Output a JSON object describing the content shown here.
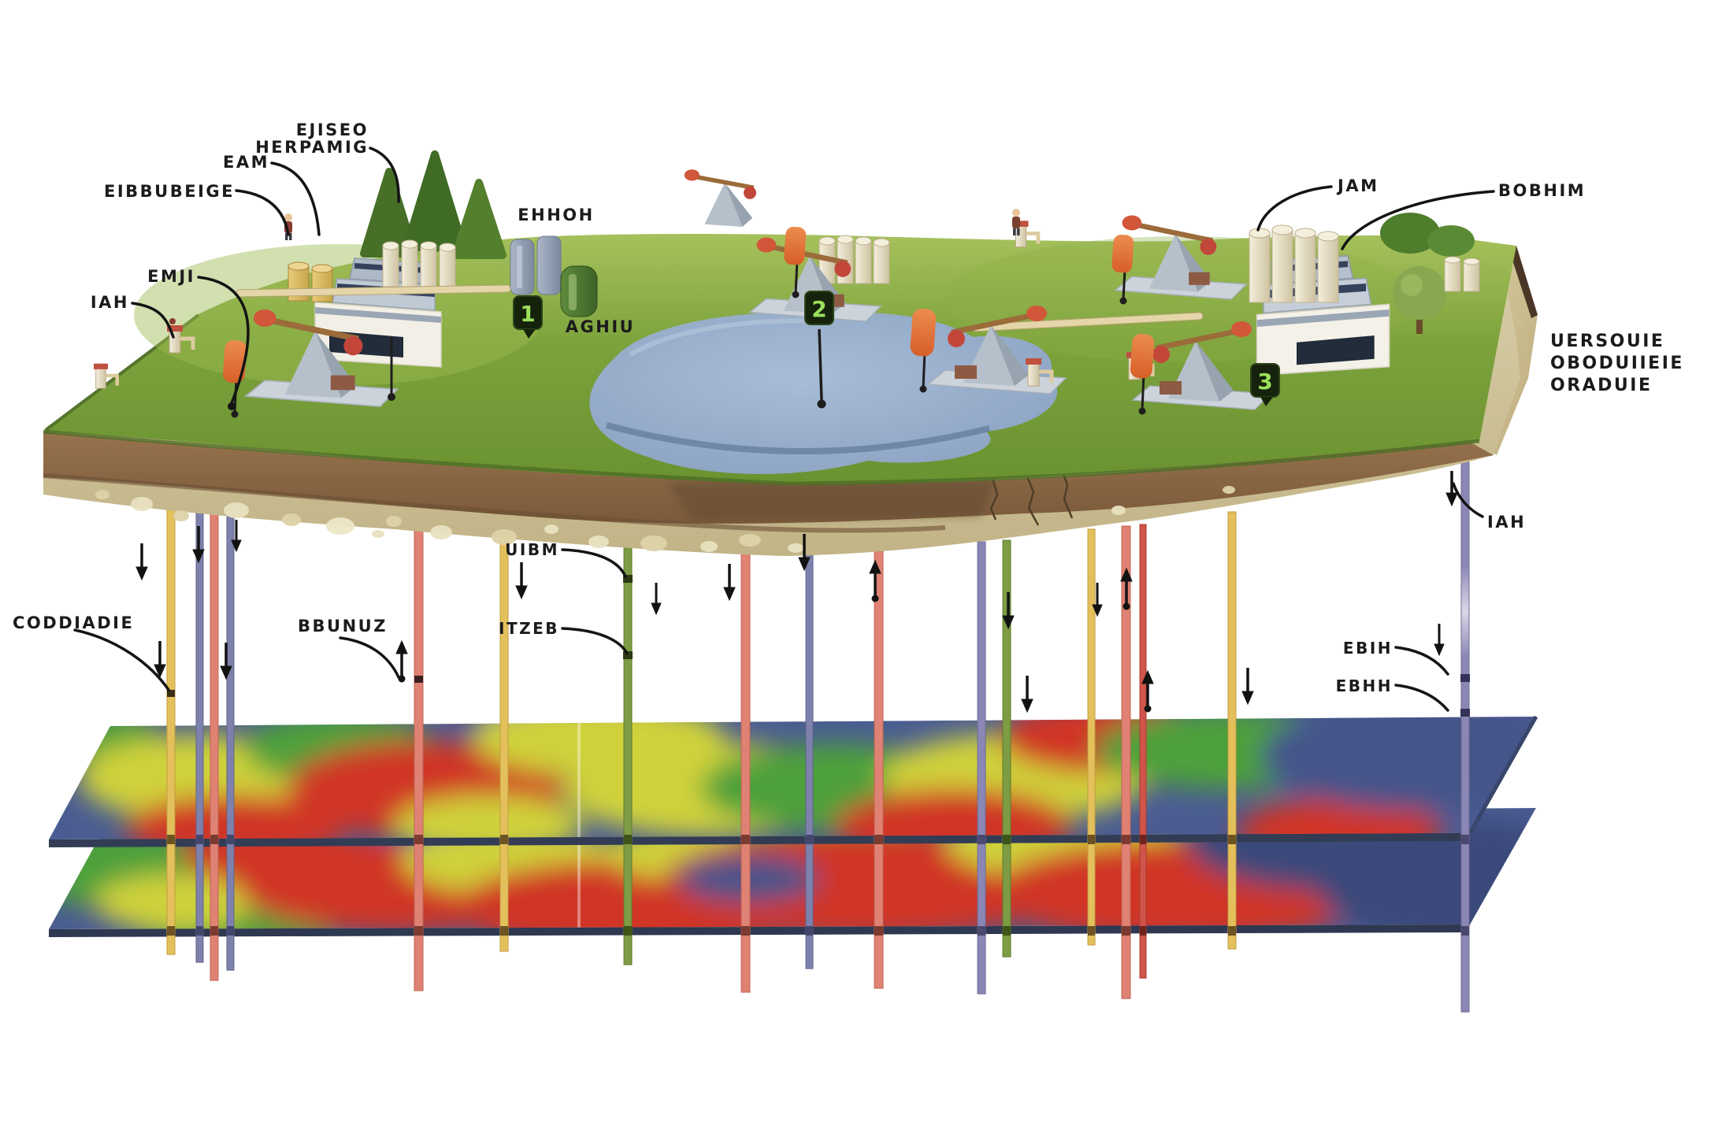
{
  "badges": {
    "site1": "1",
    "site2": "2",
    "site3": "3"
  },
  "labels": {
    "left_facility": "EIBBUBEIGE",
    "left_tank": "EAM",
    "left_plant_line1": "EJISEO",
    "left_plant_line2": "HERPAMIG",
    "pipeline_marker": "EMJI",
    "left_wellhead": "IAH",
    "tank_group": "EHHOH",
    "green_tank": "AGHIU",
    "right_tank_battery": "JAM",
    "right_plant": "BOBHIM",
    "rock_block_line1": "UERSOUIE",
    "rock_block_line2": "OBODUIIEIE",
    "rock_block_line3": "ORADUIE",
    "right_well": "IAH",
    "green_well_upper": "UIBM",
    "green_well_lower": "ITZEB",
    "left_injection_well": "CODDIADIE",
    "mid_production_well": "BBUNUZ",
    "right_well_upper_mark": "EBIH",
    "right_well_lower_mark": "EBHH"
  },
  "colors": {
    "grass": "#7da33e",
    "soil": "#8a6847",
    "rock": "#cfc49e",
    "lake": "#93aac7",
    "well_yellow": "#e4c05c",
    "well_salmon": "#df8273",
    "well_red": "#cf5449",
    "well_slate": "#7d81ab",
    "well_green": "#7d9c43",
    "well_purple": "#8b87b5",
    "map_red": "#d03527",
    "map_yellow": "#cfd23a",
    "map_green": "#4da03a",
    "map_blue": "#4a5c92",
    "flag_orange": "#e2733f",
    "badge_green": "#9be05a"
  }
}
